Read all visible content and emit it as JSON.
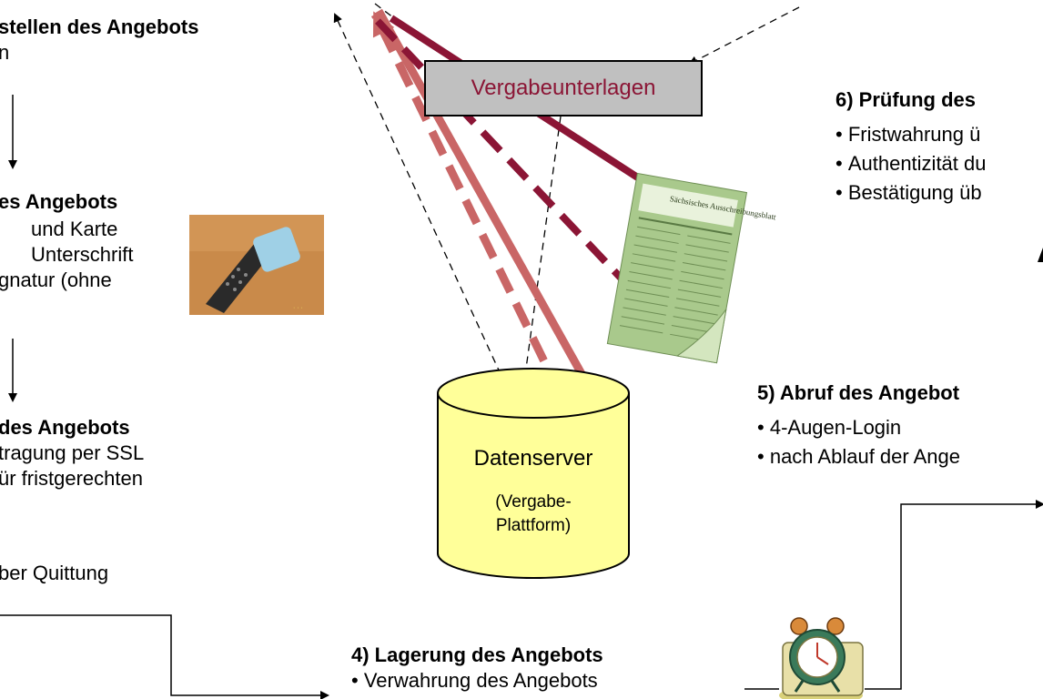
{
  "left_steps": {
    "step1_title": "stellen des Angebots",
    "step1_line": "n",
    "step2_title": "es Angebots",
    "step2_lines": [
      "und Karte",
      "Unterschrift",
      "gnatur (ohne"
    ],
    "step3_title": "des Angebots",
    "step3_lines": [
      "tragung per SSL",
      "ür fristgerechten",
      "ber Quittung"
    ]
  },
  "center": {
    "vergabe_label": "Vergabeunterlagen",
    "db_title": "Datenserver",
    "db_sub1": "(Vergabe-",
    "db_sub2": "Plattform)"
  },
  "step4": {
    "title": "4) Lagerung des Angebots",
    "bullet": "Verwahrung des Angebots"
  },
  "step5": {
    "title": "5) Abruf des Angebot",
    "bullets": [
      "4-Augen-Login",
      "nach Ablauf der Ange"
    ]
  },
  "step6": {
    "title": "6) Prüfung des",
    "bullets": [
      "Fristwahrung ü",
      "Authentizität du",
      "Bestätigung üb"
    ]
  },
  "newspaper": {
    "masthead": "Sächsisches Ausschreibungsblatt"
  },
  "colors": {
    "arrow_dark": "#8b1535",
    "arrow_light": "#c96666",
    "db_fill": "#ffff99",
    "box_fill": "#c0c0c0"
  }
}
